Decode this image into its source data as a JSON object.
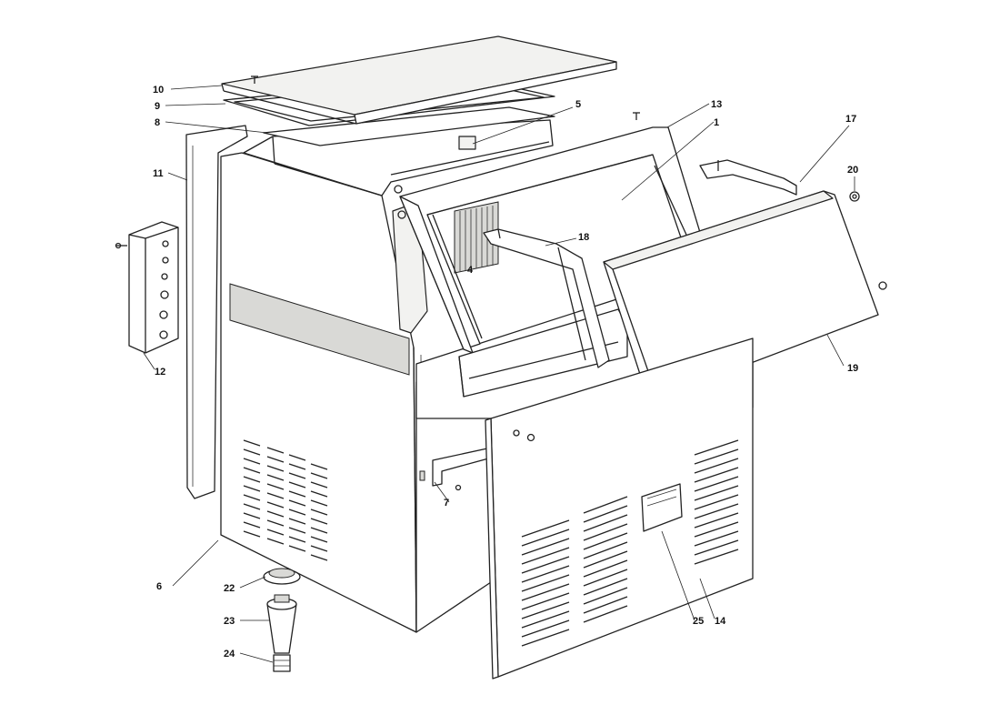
{
  "callouts": [
    {
      "id": "c10",
      "text": "10"
    },
    {
      "id": "c9",
      "text": "9"
    },
    {
      "id": "c8",
      "text": "8"
    },
    {
      "id": "c11",
      "text": "11"
    },
    {
      "id": "c12",
      "text": "12"
    },
    {
      "id": "c5",
      "text": "5"
    },
    {
      "id": "c13",
      "text": "13"
    },
    {
      "id": "c1",
      "text": "1"
    },
    {
      "id": "c17",
      "text": "17"
    },
    {
      "id": "c20",
      "text": "20"
    },
    {
      "id": "c18",
      "text": "18"
    },
    {
      "id": "c4",
      "text": "4"
    },
    {
      "id": "c19",
      "text": "19"
    },
    {
      "id": "c7",
      "text": "7"
    },
    {
      "id": "c6",
      "text": "6"
    },
    {
      "id": "c22",
      "text": "22"
    },
    {
      "id": "c23",
      "text": "23"
    },
    {
      "id": "c24",
      "text": "24"
    },
    {
      "id": "c25",
      "text": "25"
    },
    {
      "id": "c14",
      "text": "14"
    }
  ],
  "colors": {
    "line": "#222222",
    "background": "#ffffff"
  }
}
